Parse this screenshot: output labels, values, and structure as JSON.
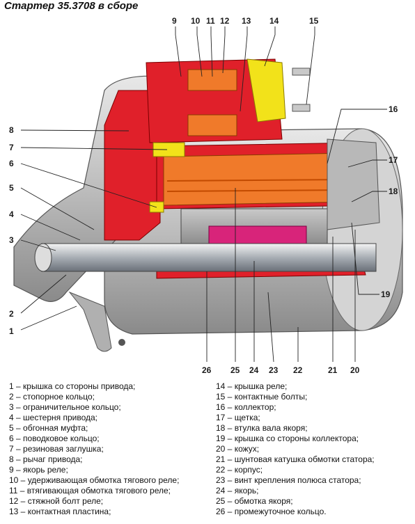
{
  "title": "Стартер 35.3708 в сборе",
  "callouts": [
    "1",
    "2",
    "3",
    "4",
    "5",
    "6",
    "7",
    "8",
    "9",
    "10",
    "11",
    "12",
    "13",
    "14",
    "15",
    "16",
    "17",
    "18",
    "19",
    "20",
    "21",
    "22",
    "23",
    "24",
    "25",
    "26"
  ],
  "legend_left": [
    "1 – крышка со стороны привода;",
    "2 – стопорное кольцо;",
    "3 – ограничительное кольцо;",
    "4 – шестерня привода;",
    "5 – обгонная муфта;",
    "6 – поводковое кольцо;",
    "7 – резиновая заглушка;",
    "8 – рычаг привода;",
    "9 – якорь реле;",
    "10 – удерживающая обмотка тягового реле;",
    "11 – втягивающая обмотка тягового реле;",
    "12 – стяжной болт реле;",
    "13 – контактная пластина;"
  ],
  "legend_right": [
    "14 – крышка реле;",
    "15 – контактные болты;",
    "16 – коллектор;",
    "17 – щетка;",
    "18 – втулка вала якоря;",
    "19 – крышка со стороны коллектора;",
    "20 – кожух;",
    "21 – шунтовая катушка обмотки статора;",
    "22 – корпус;",
    "23 – винт крепления полюса статора;",
    "24 – якорь;",
    "25 – обмотка якоря;",
    "26 – промежуточное кольцо."
  ],
  "colors": {
    "housing": "#c9c9c9",
    "section_red": "#e0202a",
    "winding_orange": "#f07a2a",
    "insulation_yellow": "#f2e21a",
    "shaft_steel": "#b8bec4",
    "armature_pink": "#d8247a"
  }
}
